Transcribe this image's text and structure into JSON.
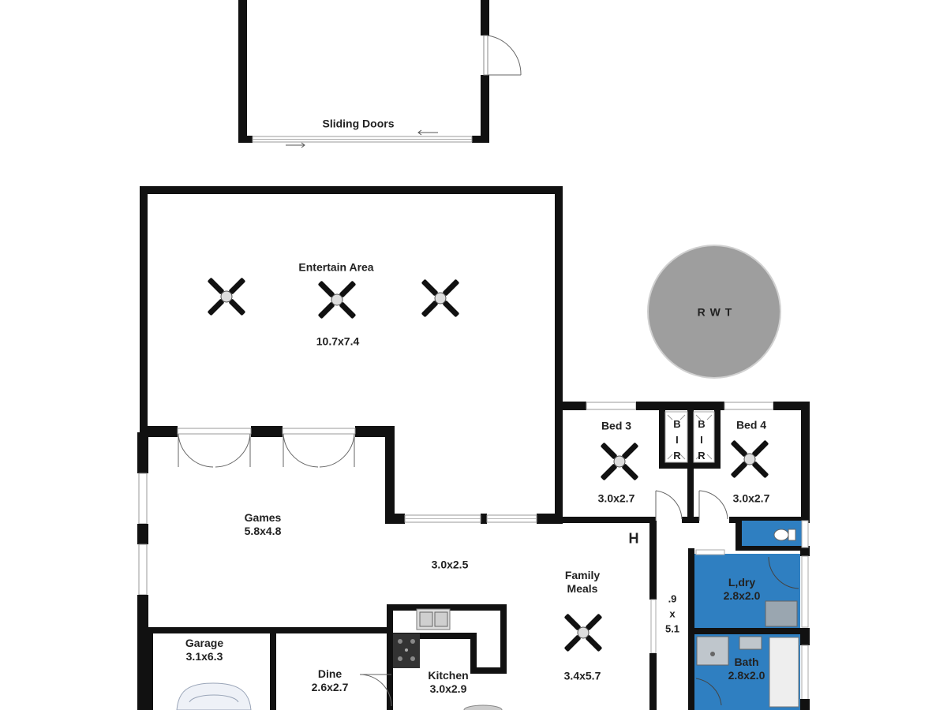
{
  "rooms": {
    "sliding": {
      "name": "Sliding Doors"
    },
    "entertain": {
      "name": "Entertain Area",
      "dims": "10.7x7.4"
    },
    "rwt": {
      "name": "R W T"
    },
    "bed3": {
      "name": "Bed 3",
      "dims": "3.0x2.7"
    },
    "bed4": {
      "name": "Bed 4",
      "dims": "3.0x2.7"
    },
    "bir1": {
      "l1": "B",
      "l2": "I",
      "l3": "R"
    },
    "bir2": {
      "l1": "B",
      "l2": "I",
      "l3": "R"
    },
    "hall_h": {
      "name": "H"
    },
    "games": {
      "name": "Games",
      "dims": "5.8x4.8"
    },
    "passage": {
      "dims": "3.0x2.5"
    },
    "family": {
      "name1": "Family",
      "name2": "Meals",
      "dims": "3.4x5.7"
    },
    "corridor": {
      "l1": ".9",
      "l2": "x",
      "l3": "5.1"
    },
    "laundry": {
      "name": "L,dry",
      "dims": "2.8x2.0"
    },
    "bath": {
      "name": "Bath",
      "dims": "2.8x2.0"
    },
    "garage": {
      "name": "Garage",
      "dims": "3.1x6.3"
    },
    "dine": {
      "name": "Dine",
      "dims": "2.6x2.7"
    },
    "kitchen": {
      "name": "Kitchen",
      "dims": "3.0x2.9"
    }
  },
  "colors": {
    "wall": "#111111",
    "wet_area": "#2f7fc1",
    "tank": "#9e9e9e",
    "window": "#c8c8c8"
  }
}
